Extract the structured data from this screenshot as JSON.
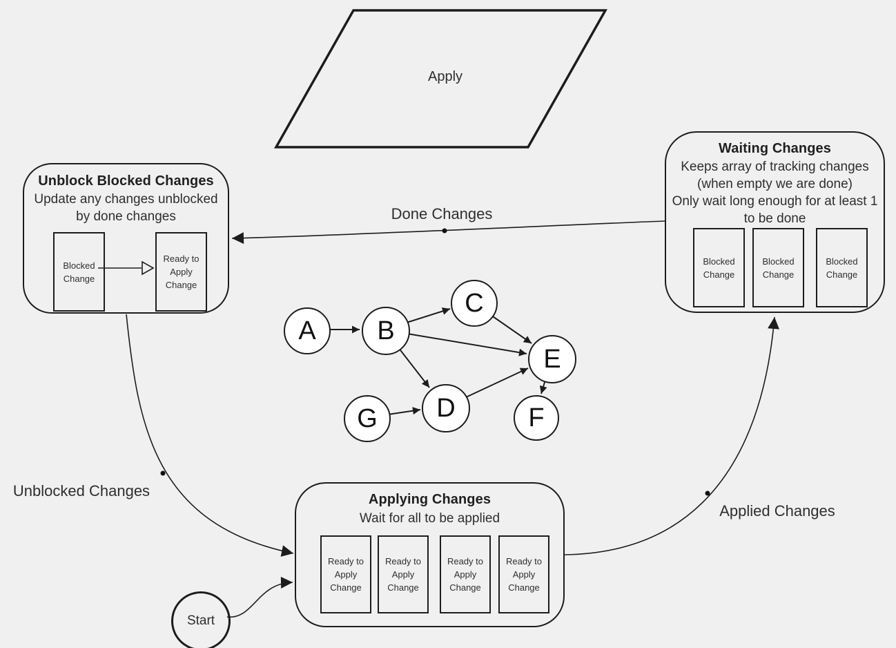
{
  "colors": {
    "background": "#f0f0f0",
    "stroke": "#1c1c1c",
    "node_fill": "#ffffff",
    "text": "#2e2e2e"
  },
  "apply_shape": {
    "label": "Apply"
  },
  "unblock_box": {
    "title": "Unblock Blocked Changes",
    "description": "Update any changes unblocked by done changes",
    "cards": [
      "Blocked Change",
      "Ready to Apply Change"
    ]
  },
  "waiting_box": {
    "title": "Waiting Changes",
    "description_line1": "Keeps array of tracking changes",
    "description_line2": "(when empty we are done)",
    "description_line3": "Only wait long enough for at least 1 to be done",
    "cards": [
      "Blocked Change",
      "Blocked Change",
      "Blocked Change"
    ]
  },
  "applying_box": {
    "title": "Applying Changes",
    "description": "Wait for all to be applied",
    "cards": [
      "Ready to Apply Change",
      "Ready to Apply Change",
      "Ready to Apply Change",
      "Ready to Apply Change"
    ]
  },
  "start_node": {
    "label": "Start"
  },
  "flow_labels": {
    "done": "Done Changes",
    "unblocked": "Unblocked Changes",
    "applied": "Applied Changes"
  },
  "graph": {
    "nodes": [
      "A",
      "B",
      "C",
      "D",
      "E",
      "F",
      "G"
    ],
    "edges": [
      "A→B",
      "B→C",
      "B→D",
      "B→E",
      "C→E",
      "D→E",
      "G→D",
      "E→F"
    ]
  }
}
